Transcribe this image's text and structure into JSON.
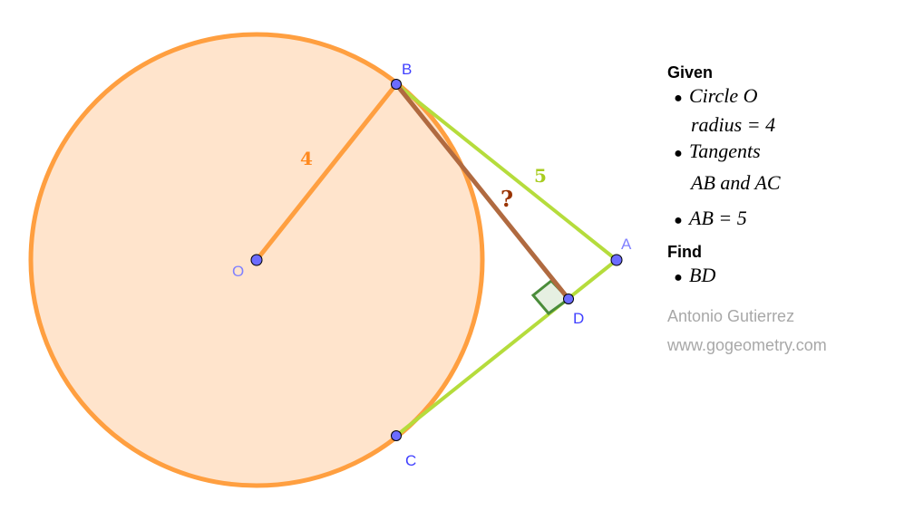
{
  "diagram": {
    "points": {
      "O": "O",
      "A": "A",
      "B": "B",
      "C": "C",
      "D": "D"
    },
    "segment_labels": {
      "OB": "4",
      "AB": "5",
      "BD": "?"
    },
    "colors": {
      "circle_fill": "#ffe4cc",
      "circle_stroke": "#ff9f40",
      "tangent": "#b5dc3c",
      "bd": "#b06a40",
      "right_angle": "#4a8c3a",
      "point": "#6c6cff",
      "label": "#4040ff"
    }
  },
  "panel": {
    "given_heading": "Given",
    "given": [
      "Circle O",
      "radius = 4",
      "Tangents",
      "AB and AC",
      "AB = 5"
    ],
    "find_heading": "Find",
    "find": [
      "BD"
    ],
    "author": "Antonio Gutierrez",
    "website": "www.gogeometry.com"
  }
}
